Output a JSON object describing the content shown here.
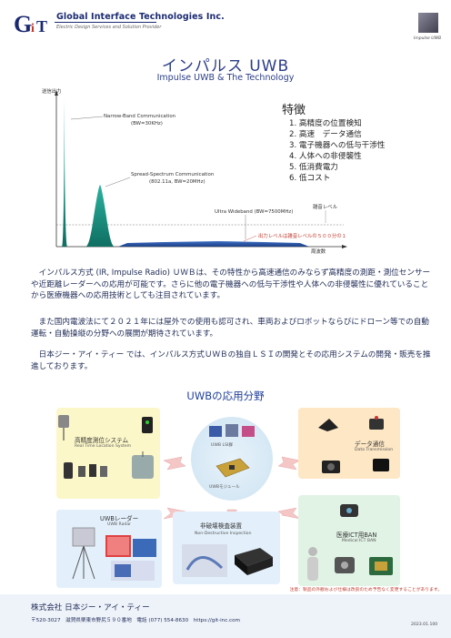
{
  "header": {
    "company_name_en": "Global Interface Technologies Inc.",
    "company_tagline": "Electric Design Services and Solution Provider",
    "logo_text": "GiT",
    "corner_label": "Impulse UWB"
  },
  "title": "インパルス UWB",
  "subtitle": "Impulse UWB & The Technology",
  "chart_data": {
    "type": "area",
    "ylabel": "送信出力",
    "xlabel": "周波数",
    "series": [
      {
        "name": "Narrow-Band Communication",
        "label_lines": [
          "Narrow-Band Communication",
          "(BW=30KHz)"
        ]
      },
      {
        "name": "Spread-Spectrum Communication",
        "label_lines": [
          "Spread-Spectrum Communication",
          "(802.11a, BW=20MHz)"
        ]
      },
      {
        "name": "Ultra Wideband",
        "label_lines": [
          "Ultra Wideband (BW=7500MHz)"
        ]
      }
    ],
    "annotations": {
      "noise_level": "雑音レベル",
      "output_note": "出力レベルは雑音レベルの５００分の１"
    }
  },
  "features": {
    "title": "特徴",
    "items": [
      "1.  高精度の位置検知",
      "2.  高速　データ通信",
      "3.  電子機器への低与干渉性",
      "4.  人体への非侵襲性",
      "5.  低消費電力",
      "6.  低コスト"
    ]
  },
  "paragraphs": {
    "p1": "　インパルス方式 (IR, Impulse Radio) ＵＷＢは、その特性から高速通信のみならず高精度の測距・測位センサーや近距離レーダーへの応用が可能です。さらに他の電子機器への低与干渉性や人体への非侵襲性に優れていることから医療機器への応用技術としても注目されています。",
    "p2": "　また国内電波法にて２０２１年には屋外での使用も認可され、車両およびロボットならびにドローン等での自動運転・自動操縦の分野への展開が期待されています。",
    "p3": "　日本ジー・アイ・ティー では、インパルス方式ＵＷＢの独自ＬＳＩの開発とその応用システムの開発・販売を推進しております。"
  },
  "applications": {
    "heading": "UWBの応用分野",
    "center": {
      "lsi": "UWB LSI群",
      "module": "UWBモジュール"
    },
    "rtls": {
      "title": "高精度測位システム",
      "sub": "Real Time Location System"
    },
    "data": {
      "title": "データ通信",
      "sub": "Data Transmission"
    },
    "radar": {
      "title": "UWBレーダー",
      "sub": "UWB Radar"
    },
    "ndi": {
      "title": "非破壊検査装置",
      "sub": "Non-Destructive Inspection"
    },
    "ban": {
      "title": "医療ICT用BAN",
      "sub": "Medical ICT BAN"
    }
  },
  "footnote": "注意：製品の外観および仕様は改良のため予告なく変更することがあります。",
  "footer": {
    "company_jp": "株式会社 日本ジー・アイ・ティー",
    "address": "〒520-3027　滋賀県栗東市野尻５９０番地　電話 (077) 554-8630　https://git-inc.com",
    "date": "2023.01.100"
  },
  "colors": {
    "brand_navy": "#1a2a70",
    "spectrum_green": "#1f9e8c",
    "uwb_blue": "#2755a8",
    "note_red": "#c0392b"
  }
}
